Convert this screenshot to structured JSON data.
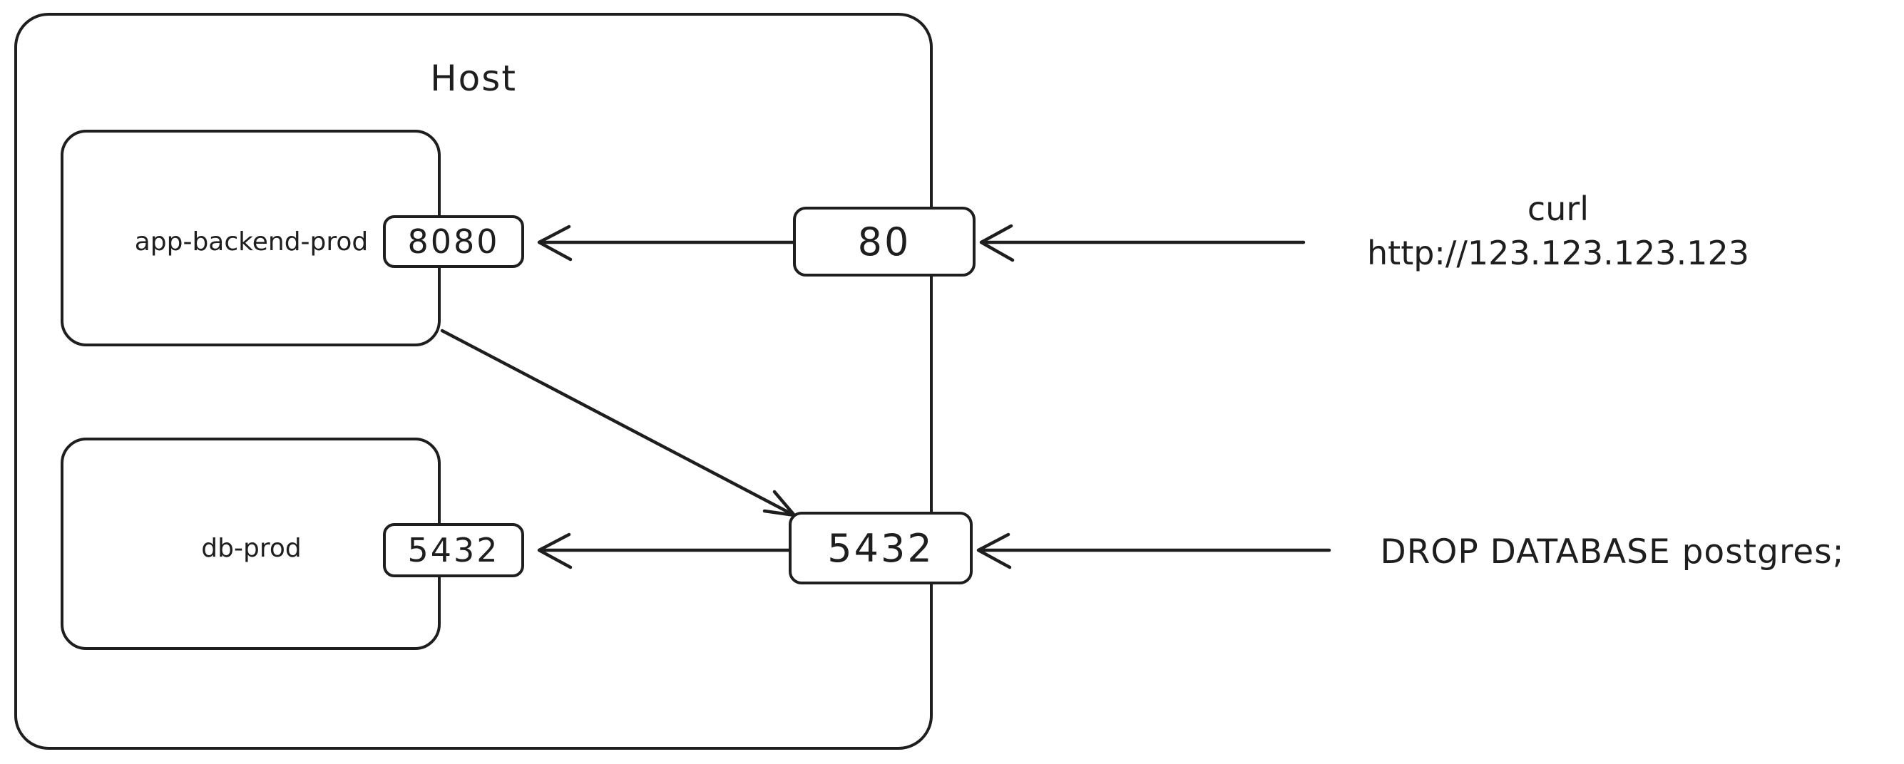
{
  "colors": {
    "stroke": "#1e1e1e",
    "background": "#ffffff"
  },
  "host": {
    "label": "Host"
  },
  "containers": {
    "app": {
      "label": "app-backend-prod",
      "port": "8080"
    },
    "db": {
      "label": "db-prod",
      "port": "5432"
    }
  },
  "host_ports": {
    "http": "80",
    "postgres": "5432"
  },
  "annotations": {
    "curl": {
      "line1": "curl",
      "line2": "http://123.123.123.123"
    },
    "attack": {
      "line1": "DROP DATABASE postgres;"
    }
  },
  "arrows": [
    {
      "name": "curl-to-host-port-80",
      "from": "curl http://123.123.123.123",
      "to": "host port 80"
    },
    {
      "name": "host-port-80-to-app-8080",
      "from": "host port 80",
      "to": "app-backend-prod port 8080"
    },
    {
      "name": "app-to-host-port-5432",
      "from": "app-backend-prod",
      "to": "host port 5432"
    },
    {
      "name": "attack-to-host-port-5432",
      "from": "DROP DATABASE postgres;",
      "to": "host port 5432"
    },
    {
      "name": "host-port-5432-to-db-5432",
      "from": "host port 5432",
      "to": "db-prod port 5432"
    }
  ]
}
